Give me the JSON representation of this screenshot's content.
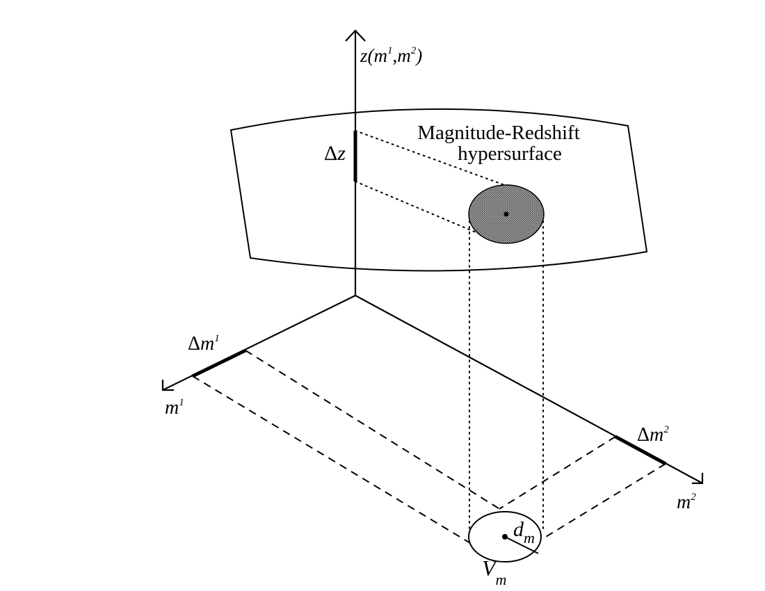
{
  "labels": {
    "z_axis": {
      "main": "z(m",
      "sup1": "1",
      "sep": ",m",
      "sup2": "2",
      "close": ")"
    },
    "surface": {
      "line1": "Magnitude-Redshift",
      "line2": "hypersurface"
    },
    "delta_z": {
      "delta": "Δ",
      "var": "z"
    },
    "delta_m1": {
      "delta": "Δ",
      "var": "m",
      "sup": "1"
    },
    "m1_axis": {
      "var": "m",
      "sup": "1"
    },
    "delta_m2": {
      "delta": "Δ",
      "var": "m",
      "sup": "2"
    },
    "m2_axis": {
      "var": "m",
      "sup": "2"
    },
    "d_m": {
      "var": "d",
      "sub": "m"
    },
    "V_m": {
      "var": "V",
      "sub": "m"
    }
  },
  "colors": {
    "shaded_region": "#7a7a7a",
    "line": "#000000",
    "background": "#ffffff"
  }
}
